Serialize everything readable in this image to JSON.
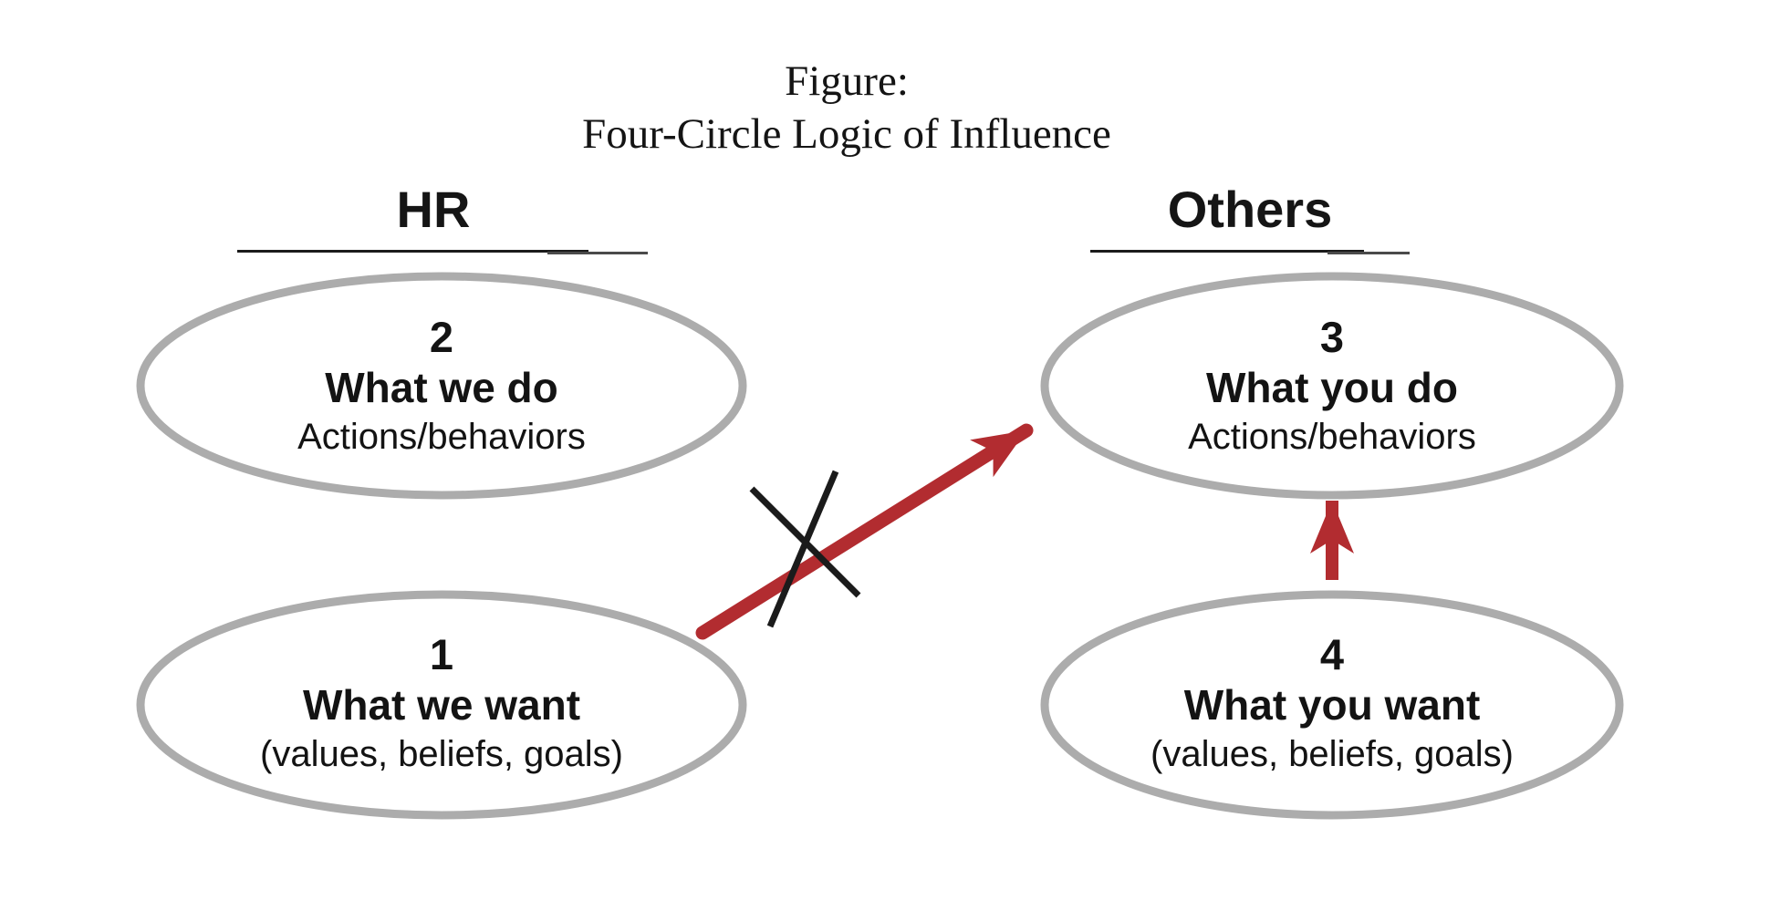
{
  "figure_title": {
    "line1": "Figure:",
    "line2": "Four-Circle Logic of Influence"
  },
  "columns": {
    "hr": {
      "label": "HR"
    },
    "others": {
      "label": "Others"
    }
  },
  "circles": {
    "top_left": {
      "number": "2",
      "title": "What we do",
      "caption": "Actions/behaviors"
    },
    "top_right": {
      "number": "3",
      "title": "What you do",
      "caption": "Actions/behaviors"
    },
    "bottom_left": {
      "number": "1",
      "title": "What we want",
      "caption": "(values, beliefs, goals)"
    },
    "bottom_right": {
      "number": "4",
      "title": "What you want",
      "caption": "(values, beliefs, goals)"
    }
  },
  "arrows": {
    "crossed": {
      "from_circle": "1",
      "to_circle": "3",
      "crossed_out": true
    },
    "direct": {
      "from_circle": "4",
      "to_circle": "3",
      "crossed_out": false
    }
  },
  "colors": {
    "red": "#B22C30",
    "gray": "#ACACAC",
    "black": "#1B1B1B"
  }
}
